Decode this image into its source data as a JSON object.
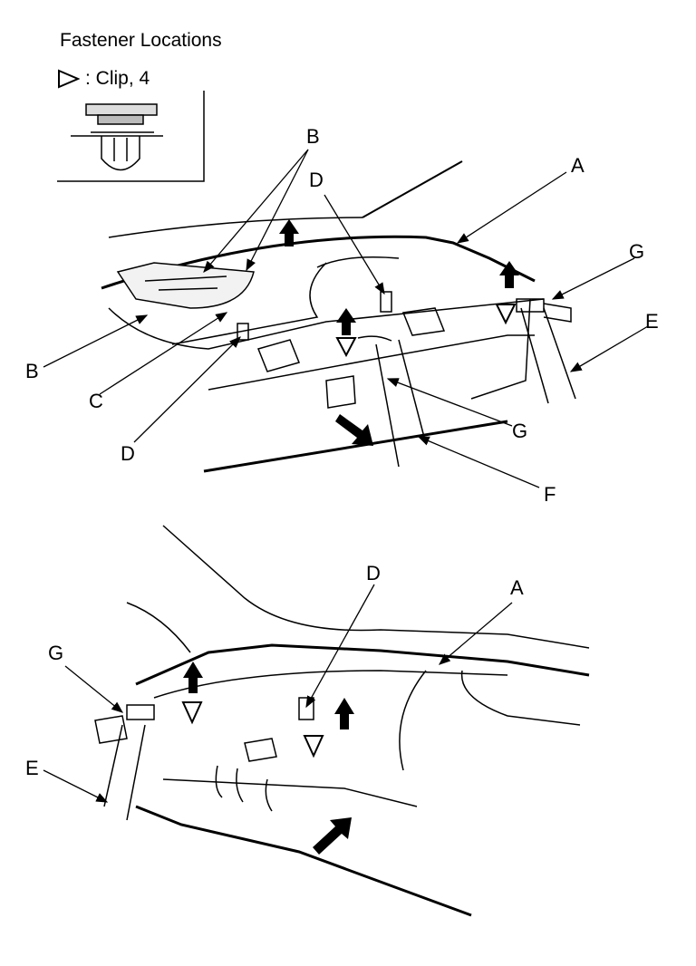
{
  "title": "Fastener Locations",
  "legend": {
    "symbol": "triangle-clip-icon",
    "text": ": Clip, 4"
  },
  "labels": {
    "A": "A",
    "B": "B",
    "C": "C",
    "D": "D",
    "E": "E",
    "F": "F",
    "G": "G"
  }
}
